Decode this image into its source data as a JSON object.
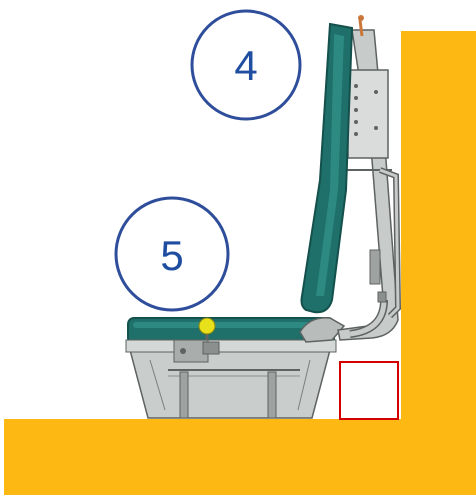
{
  "callouts": [
    {
      "id": "4",
      "label": "4"
    },
    {
      "id": "5",
      "label": "5"
    }
  ],
  "colors": {
    "floor": "#fdb813",
    "callout_stroke": "#2e4d9b",
    "callout_text": "#1f4ea1",
    "seat_green": "#1f6f6a",
    "seat_green_dark": "#14504c",
    "frame_gray": "#b8bcba",
    "frame_dark": "#5d6360",
    "handle_yellow": "#e7e01a",
    "highlight_red": "#d40000"
  },
  "icons": {
    "callout_4": "numbered-callout-circle",
    "callout_5": "numbered-callout-circle",
    "highlight": "red-rectangle-marker"
  }
}
